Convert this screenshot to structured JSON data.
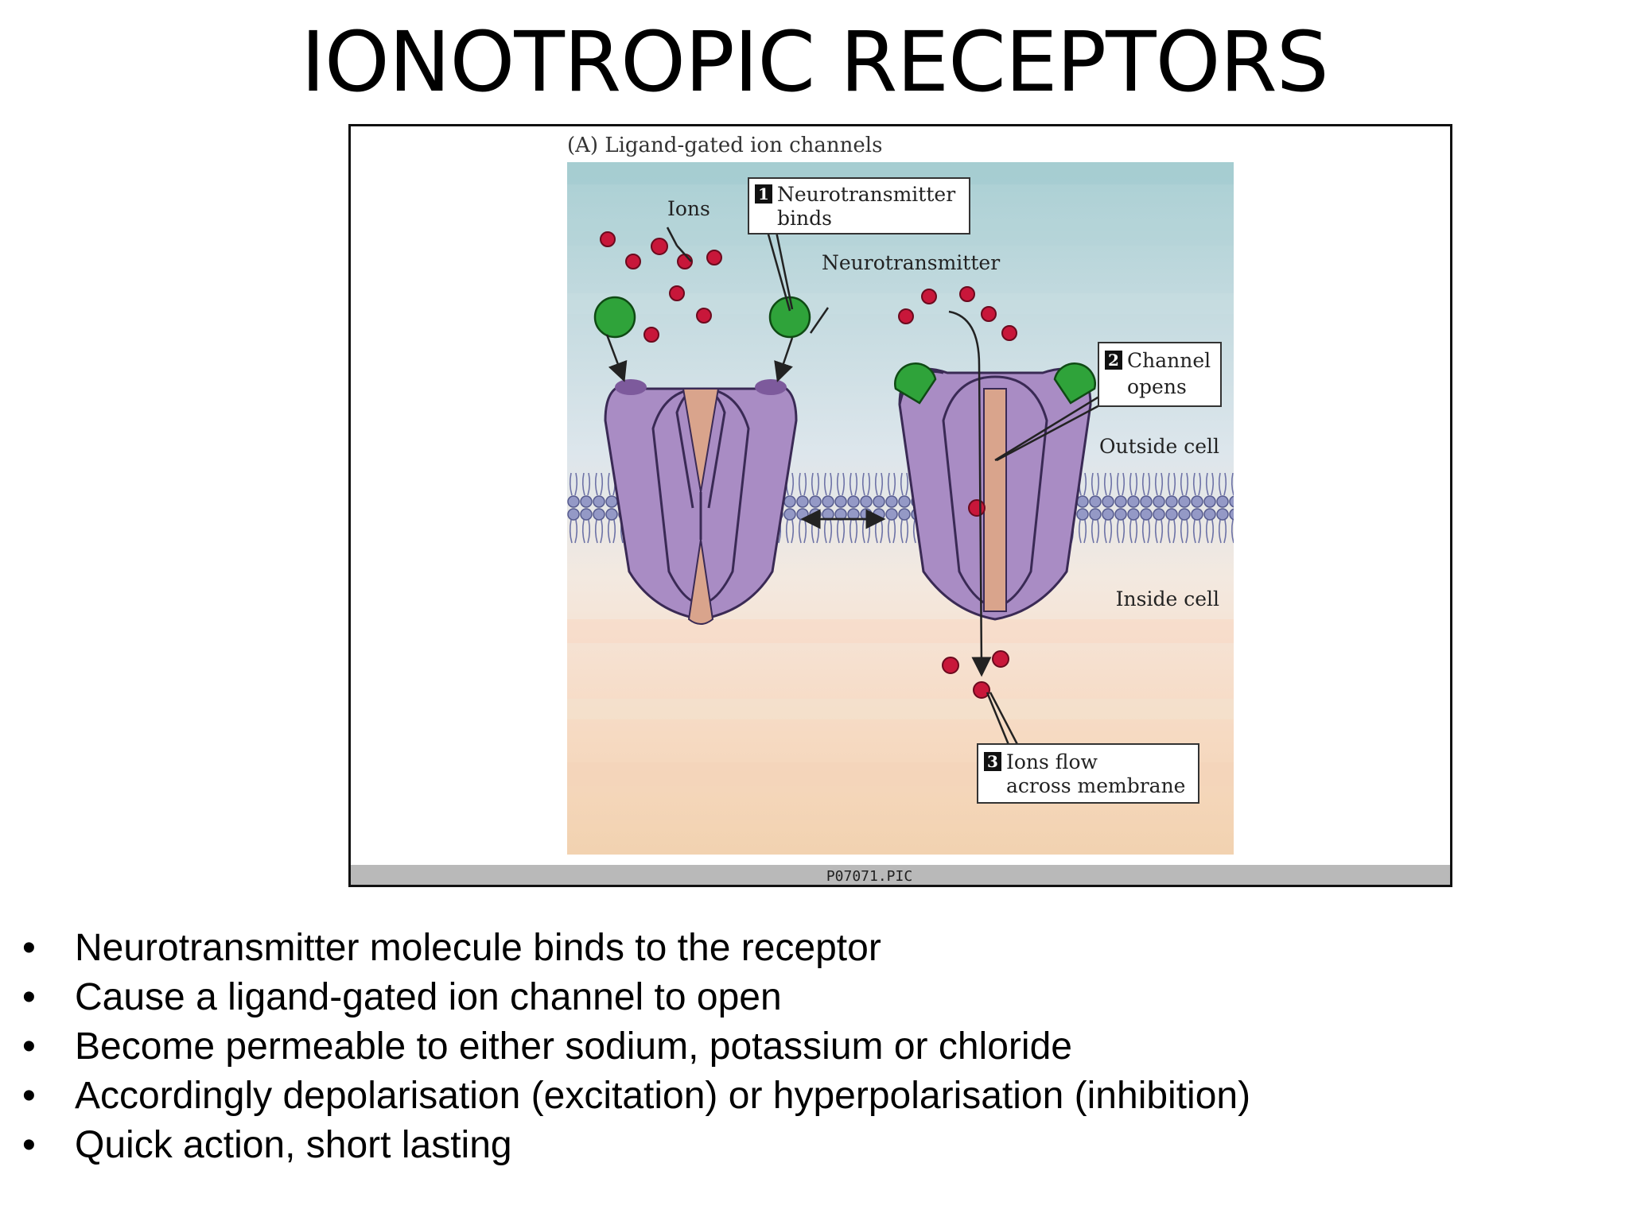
{
  "slide": {
    "title": "IONOTROPIC RECEPTORS"
  },
  "figure": {
    "panel_label": "(A) Ligand-gated ion channels",
    "callouts": {
      "step1_num": "1",
      "step1_line1": "Neurotransmitter",
      "step1_line2": "binds",
      "step2_num": "2",
      "step2_line1": "Channel",
      "step2_line2": "opens",
      "step3_num": "3",
      "step3_line1": "Ions flow",
      "step3_line2": "across membrane"
    },
    "labels": {
      "ions": "Ions",
      "neurotransmitter": "Neurotransmitter",
      "outside_cell": "Outside cell",
      "inside_cell": "Inside cell"
    },
    "footer_filename": "P07071.PIC",
    "colors": {
      "channel_purple": "#a98cc4",
      "channel_outline": "#3a2a55",
      "pore_tan": "#d9a48c",
      "ligand_green": "#2fa33a",
      "ion_red": "#c8173a",
      "membrane_blue": "#8e93c0",
      "outside_bg": "#bcd7dd",
      "inside_bg": "#f4d9bf"
    }
  },
  "bullets": [
    "Neurotransmitter molecule binds to the receptor",
    "Cause a ligand-gated ion channel to open",
    "Become permeable to either sodium, potassium or chloride",
    "Accordingly depolarisation (excitation) or hyperpolarisation (inhibition)",
    "Quick action, short lasting"
  ],
  "bullet_symbol": "•"
}
